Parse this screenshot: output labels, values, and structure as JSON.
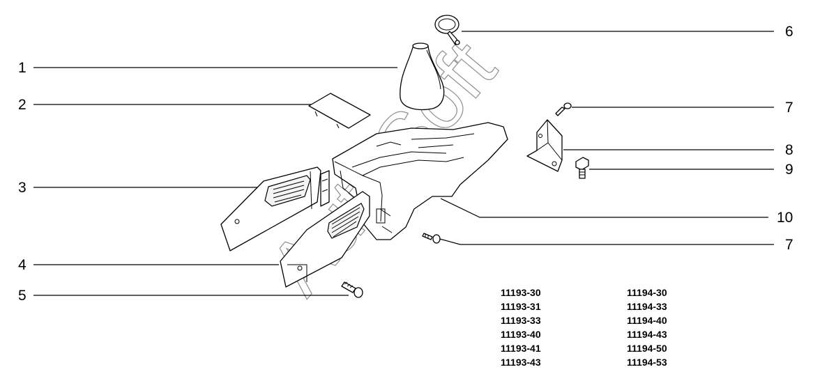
{
  "callouts": {
    "c1": "1",
    "c2": "2",
    "c3": "3",
    "c4": "4",
    "c5": "5",
    "c6": "6",
    "c7a": "7",
    "c8": "8",
    "c9": "9",
    "c10": "10",
    "c7b": "7"
  },
  "watermark": "AutoSoft",
  "model_codes": {
    "left": [
      "11193-30",
      "11193-31",
      "11193-33",
      "11193-40",
      "11193-41",
      "11193-43"
    ],
    "right": [
      "11194-30",
      "11194-33",
      "11194-40",
      "11194-43",
      "11194-50",
      "11194-53"
    ]
  }
}
